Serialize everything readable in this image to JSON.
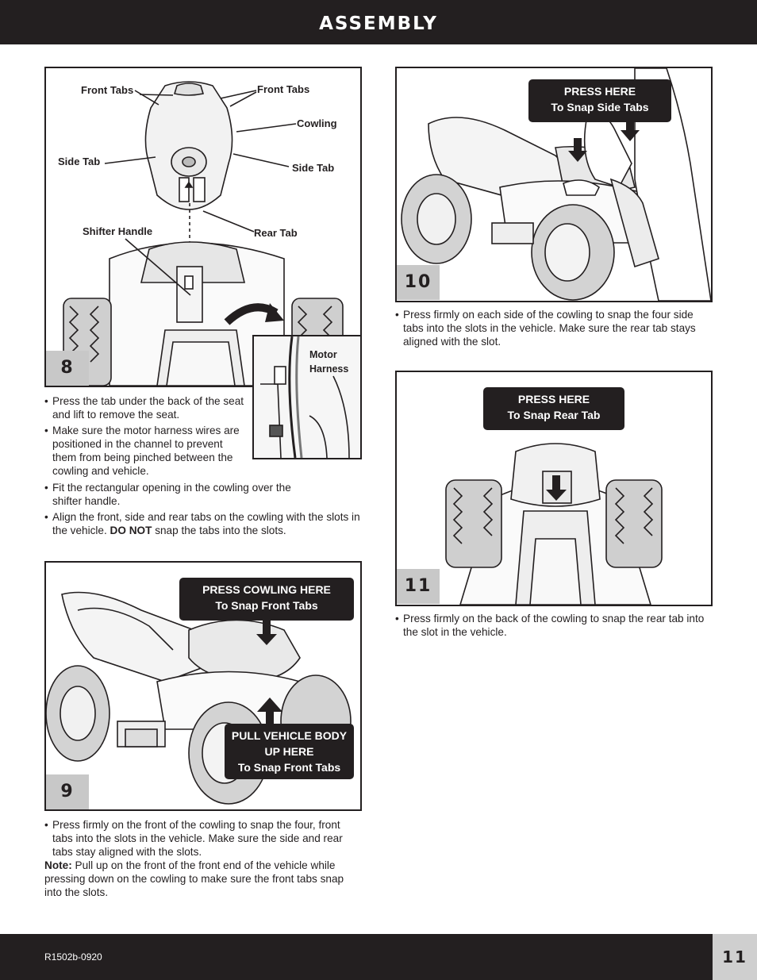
{
  "header": {
    "title": "ASSEMBLY"
  },
  "footer": {
    "code": "R1502b-0920",
    "page": "11"
  },
  "step8": {
    "number": "8",
    "labels": {
      "front_tabs_left": "Front Tabs",
      "front_tabs_right": "Front Tabs",
      "cowling": "Cowling",
      "side_tab_left": "Side Tab",
      "side_tab_right": "Side Tab",
      "shifter_handle": "Shifter Handle",
      "rear_tab": "Rear Tab",
      "motor": "Motor",
      "harness": "Harness"
    },
    "bullets": [
      "Press the tab under the back of the seat and lift to remove the seat.",
      "Make sure the motor harness wires are positioned in the channel to prevent them from being pinched between the cowling and vehicle.",
      "Fit the rectangular opening in the cowling over the shifter handle."
    ],
    "bullet4": {
      "before": "Align the front, side and rear tabs on the cowling with the slots in the vehicle. ",
      "bold": "DO NOT",
      "after": " snap the tabs into the slots."
    }
  },
  "step9": {
    "number": "9",
    "callout_top": [
      "PRESS COWLING HERE",
      "To Snap Front Tabs"
    ],
    "callout_bottom": [
      "PULL VEHICLE BODY",
      "UP HERE",
      "To Snap Front Tabs"
    ],
    "bullet": "Press firmly on the front of the cowling to snap the four, front tabs into the slots in the vehicle. Make sure the side and rear tabs stay aligned with the slots.",
    "note_label": "Note:",
    "note_text": " Pull up on the front of the front end of the vehicle while pressing down on the cowling to make sure the front tabs snap into the slots."
  },
  "step10": {
    "number": "10",
    "callout": [
      "PRESS HERE",
      "To Snap Side Tabs"
    ],
    "bullet": "Press firmly on each side of the cowling to snap the four side tabs into the slots in the vehicle. Make sure the rear tab stays aligned with the slot."
  },
  "step11": {
    "number": "11",
    "callout": [
      "PRESS HERE",
      "To Snap Rear Tab"
    ],
    "bullet": "Press firmly on the back of the cowling to snap the rear tab into the slot in the vehicle."
  }
}
